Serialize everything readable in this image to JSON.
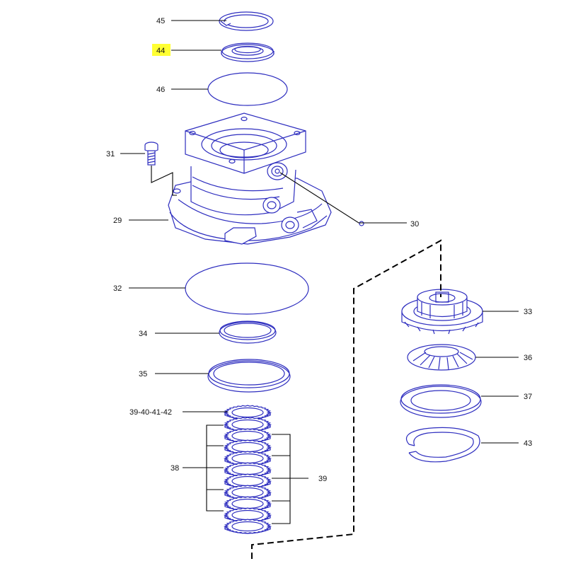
{
  "highlight_color": "#ffff33",
  "line_color": "#2d2dbf",
  "callouts": {
    "p45": "45",
    "p44": "44",
    "p46": "46",
    "p31": "31",
    "p29": "29",
    "p30": "30",
    "p32": "32",
    "p34": "34",
    "p35": "35",
    "p39_group": "39-40-41-42",
    "p38": "38",
    "p39": "39",
    "p33": "33",
    "p36": "36",
    "p37": "37",
    "p43": "43"
  },
  "highlighted_callout": "44"
}
